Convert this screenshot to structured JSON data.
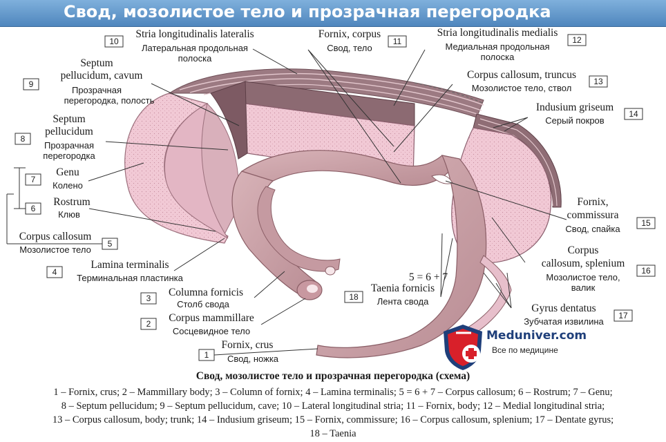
{
  "page_title": "Свод, мозолистое тело и прозрачная перегородка",
  "labels": {
    "l1": {
      "num": "1",
      "latin": "Fornix, crus",
      "ru": "Свод, ножка"
    },
    "l2": {
      "num": "2",
      "latin": "Corpus mammillare",
      "ru": "Сосцевидное тело"
    },
    "l3": {
      "num": "3",
      "latin": "Columna fornicis",
      "ru": "Столб свода"
    },
    "l4": {
      "num": "4",
      "latin": "Lamina terminalis",
      "ru": "Терминальная пластинка"
    },
    "l5": {
      "num": "5",
      "latin": "Corpus callosum",
      "ru": "Мозолистое тело"
    },
    "l6": {
      "num": "6",
      "latin": "Rostrum",
      "ru": "Клюв"
    },
    "l7": {
      "num": "7",
      "latin": "Genu",
      "ru": "Колено"
    },
    "l8": {
      "num": "8",
      "latin_1": "Septum",
      "latin_2": "pellucidum",
      "ru_1": "Прозрачная",
      "ru_2": "перегородка"
    },
    "l9": {
      "num": "9",
      "latin_1": "Septum",
      "latin_2": "pellucidum, cavum",
      "ru_1": "Прозрачная",
      "ru_2": "перегородка, полость"
    },
    "l10": {
      "num": "10",
      "latin": "Stria longitudinalis lateralis",
      "ru_1": "Латеральная продольная",
      "ru_2": "полоска"
    },
    "l11": {
      "num": "11",
      "latin": "Fornix, corpus",
      "ru": "Свод, тело"
    },
    "l12": {
      "num": "12",
      "latin": "Stria longitudinalis medialis",
      "ru_1": "Медиальная продольная",
      "ru_2": "полоска"
    },
    "l13": {
      "num": "13",
      "latin": "Corpus callosum, truncus",
      "ru": "Мозолистое тело, ствол"
    },
    "l14": {
      "num": "14",
      "latin": "Indusium griseum",
      "ru": "Серый покров"
    },
    "l15": {
      "num": "15",
      "latin_1": "Fornix,",
      "latin_2": "commissura",
      "ru": "Свод, спайка"
    },
    "l16": {
      "num": "16",
      "latin_1": "Corpus",
      "latin_2": "callosum, splenium",
      "ru_1": "Мозолистое тело,",
      "ru_2": "валик"
    },
    "l17": {
      "num": "17",
      "latin": "Gyrus dentatus",
      "ru": "Зубчатая извилина"
    },
    "l18": {
      "num": "18",
      "latin": "Taenia fornicis",
      "ru": "Лента свода"
    }
  },
  "relation": "5 = 6 + 7",
  "caption": "Свод, мозолистое тело и прозрачная перегородка (схема)",
  "legend": [
    "1 – Fornix, crus; 2 – Mammillary body; 3 – Column of fornix; 4 – Lamina terminalis; 5 = 6 + 7 – Corpus callosum; 6 – Rostrum; 7 – Genu;",
    "8 – Septum pellucidum; 9 – Septum pellucidum, cave; 10 – Lateral longitudinal stria; 11 – Fornix, body; 12 – Medial longitudinal stria;",
    "13 – Corpus callosum, body; trunk; 14 – Indusium griseum; 15 – Fornix, commissure; 16 – Corpus callosum, splenium; 17 – Dentate gyrus;",
    "18 – Taenia"
  ],
  "logo": {
    "name": "Meduniver.com",
    "tagline": "Все по медицине",
    "icon": "medical-cross-shield-icon"
  },
  "colors": {
    "banner": "#5b93c9",
    "callosum": "#f0c8d4",
    "fornix": "#c9a0a6",
    "stria": "#8e6a72",
    "logo_red": "#d8202a",
    "logo_blue": "#1f3f7a"
  }
}
